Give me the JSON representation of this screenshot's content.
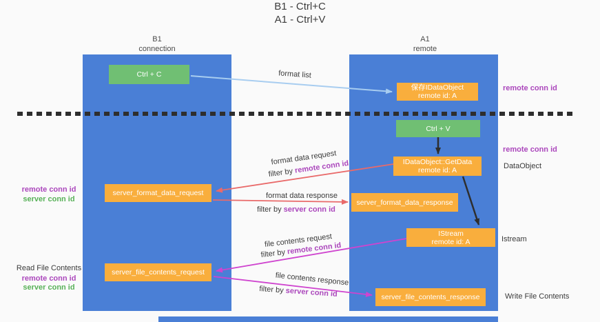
{
  "title": {
    "line1": "B1 - Ctrl+C",
    "line2": "A1 - Ctrl+V"
  },
  "lanes": {
    "left": {
      "header_line1": "B1",
      "header_line2": "connection"
    },
    "right": {
      "header_line1": "A1",
      "header_line2": "remote"
    }
  },
  "nodes": {
    "ctrl_c": {
      "label": "Ctrl + C"
    },
    "ctrl_v": {
      "label": "Ctrl + V"
    },
    "save_dataobject": {
      "line1": "保存IDataObject",
      "line2": "remote id: A"
    },
    "getdata": {
      "line1": "IDataObject::GetData",
      "line2": "remote id: A"
    },
    "istream": {
      "line1": "IStream",
      "line2": "remote id: A"
    },
    "server_format_data_request": {
      "label": "server_format_data_request"
    },
    "server_format_data_response": {
      "label": "server_format_data_response"
    },
    "server_file_contents_request": {
      "label": "server_file_contents_request"
    },
    "server_file_contents_response": {
      "label": "server_file_contents_response"
    }
  },
  "edge_labels": {
    "format_list": "format list",
    "format_data_request": "format data request",
    "format_data_request_filter": {
      "prefix": "filter by ",
      "highlight": "remote conn id"
    },
    "format_data_response": "format data response",
    "format_data_response_filter": {
      "prefix": "filter by ",
      "highlight": "server conn id"
    },
    "file_contents_request": "file contents request",
    "file_contents_request_filter": {
      "prefix": "filter by ",
      "highlight": "remote conn id"
    },
    "file_contents_response": "file contents response",
    "file_contents_response_filter": {
      "prefix": "filter by ",
      "highlight": "server conn id"
    }
  },
  "side_labels": {
    "right_top_remote_conn_id": "remote conn id",
    "right_mid_remote_conn_id": "remote conn id",
    "dataobject": "DataObject",
    "istream": "Istream",
    "write_file_contents": "Write File Contents",
    "left_format_remote_conn_id": "remote conn id",
    "left_format_server_conn_id": "server conn id",
    "read_file_contents": "Read File Contents",
    "left_file_remote_conn_id": "remote conn id",
    "left_file_server_conn_id": "server conn id"
  },
  "colors": {
    "lane_blue": "#4a7fd6",
    "box_orange": "#f9ae3d",
    "box_green": "#70bf73",
    "purple_text": "#ab47bc",
    "green_text": "#58b158",
    "arrow_red": "#e96a6a",
    "arrow_magenta": "#cf44cf",
    "arrow_light_blue": "#a8cdf0",
    "arrow_black": "#2e2e2e",
    "background": "#fafafa"
  }
}
